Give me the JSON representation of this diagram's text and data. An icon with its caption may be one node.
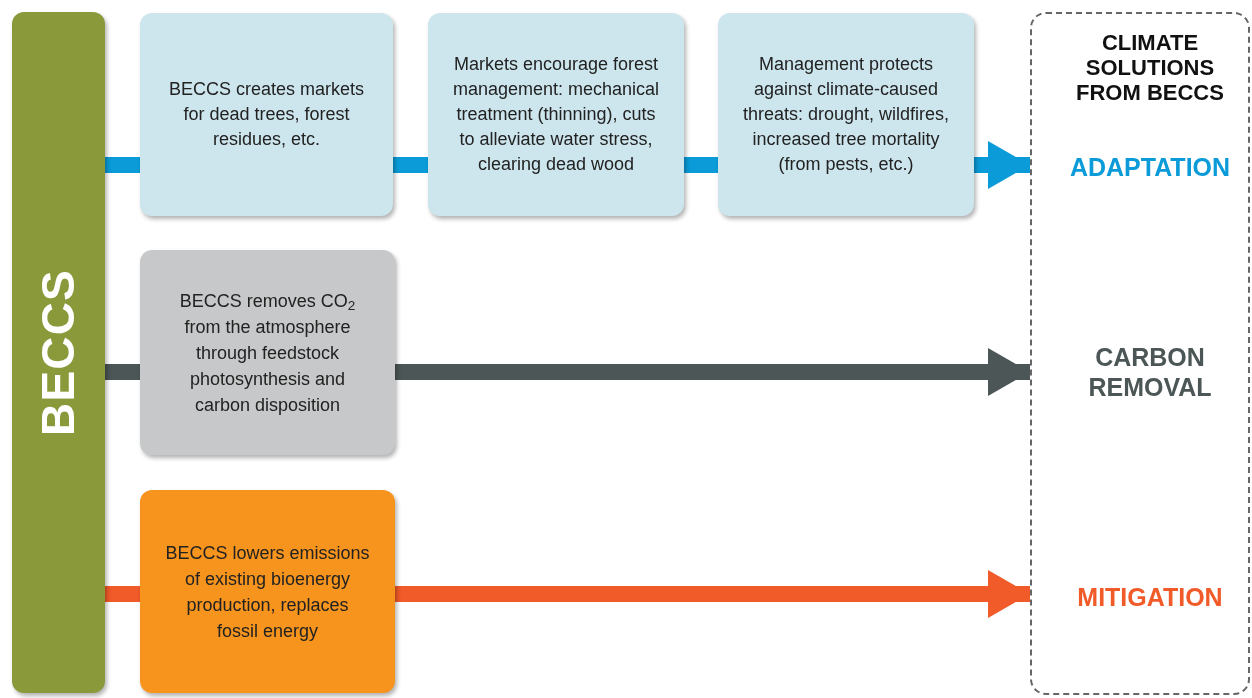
{
  "diagram": {
    "nodes": [
      {
        "text": [
          "BECCS"
        ]
      },
      {
        "text": [
          "BECCS creates markets for dead trees, forest residues, etc."
        ]
      },
      {
        "text": [
          "Markets encourage forest management: mechanical treatment (thinning), cuts to alleviate water stress, clearing dead wood"
        ]
      },
      {
        "text": [
          "Management protects against climate-caused threats: drought, wildfires, increased tree mortality (from pests, etc.)"
        ]
      },
      {
        "text": [
          "CLIMATE SOLUTIONS FROM BECCS"
        ]
      },
      {
        "text": [
          "ADAPTATION"
        ],
        "in": 4
      },
      {
        "text": [
          "BECCS removes CO$_{2}$ from the atmosphere through feedstock photosynthesis and carbon disposition"
        ]
      },
      {
        "text": [
          "CARBON REMOVAL"
        ],
        "in": 4
      },
      {
        "text": [
          "BECCS lowers emissions of existing bioenergy production, replaces fossil energy"
        ]
      },
      {
        "text": [
          "MITIGATION"
        ],
        "in": 4
      }
    ],
    "edges": [
      {
        "from": 0,
        "to": 1,
        "arrow": "none",
        "color": "#0a9bd8"
      },
      {
        "from": 1,
        "to": 2,
        "arrow": "none",
        "color": "#0a9bd8"
      },
      {
        "from": 2,
        "to": 3,
        "arrow": "none",
        "color": "#0a9bd8"
      },
      {
        "from": 3,
        "to": 5,
        "arrow": "to",
        "color": "#0a9bd8"
      },
      {
        "from": 0,
        "to": 6,
        "arrow": "none",
        "color": "#4c5656"
      },
      {
        "from": 6,
        "to": 7,
        "arrow": "to",
        "color": "#4c5656"
      },
      {
        "from": 0,
        "to": 8,
        "arrow": "none",
        "color": "#f15a29"
      },
      {
        "from": 8,
        "to": 9,
        "arrow": "to",
        "color": "#f15a29"
      }
    ]
  }
}
